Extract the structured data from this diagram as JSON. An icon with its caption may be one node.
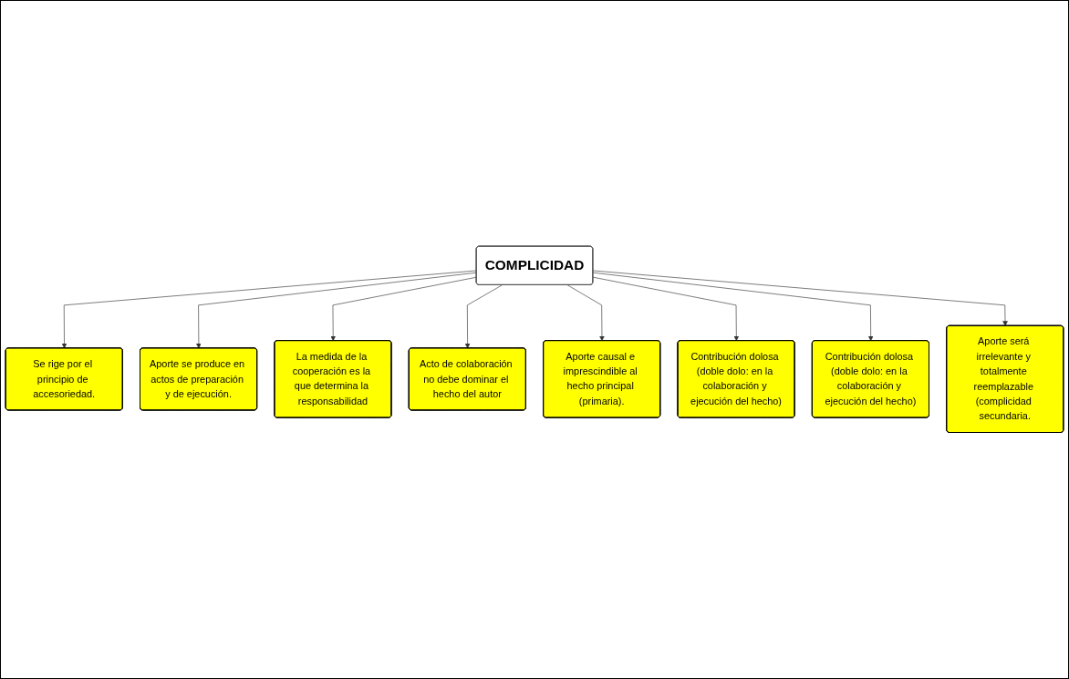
{
  "diagram": {
    "nodes": [
      {
        "text": [
          "Se rige por el principio de accesoriedad."
        ]
      },
      {
        "text": [
          "Aporte se produce en actos de preparación y de ejecución."
        ]
      },
      {
        "text": [
          "La medida de la cooperación es la que determina la responsabilidad"
        ]
      },
      {
        "text": [
          "Acto de colaboración no debe dominar el hecho del autor"
        ]
      },
      {
        "text": [
          "COMPLICIDAD"
        ]
      },
      {
        "text": [
          "Aporte causal e imprescindible al hecho principal (primaria)."
        ]
      },
      {
        "text": [
          "Contribución dolosa (doble dolo: en la colaboración y ejecución del hecho)"
        ]
      },
      {
        "text": [
          "Contribución dolosa (doble dolo: en la colaboración y ejecución del hecho)"
        ]
      },
      {
        "text": [
          "Aporte será irrelevante y totalmente reemplazable (complicidad secundaria."
        ]
      }
    ],
    "edges": [
      {
        "from": 4,
        "to": 0,
        "arrow": "to"
      },
      {
        "from": 4,
        "to": 1,
        "arrow": "to"
      },
      {
        "from": 4,
        "to": 2,
        "arrow": "to"
      },
      {
        "from": 4,
        "to": 3,
        "arrow": "to"
      },
      {
        "from": 4,
        "to": 5,
        "arrow": "to"
      },
      {
        "from": 4,
        "to": 6,
        "arrow": "to"
      },
      {
        "from": 4,
        "to": 7,
        "arrow": "to"
      },
      {
        "from": 4,
        "to": 8,
        "arrow": "to"
      }
    ]
  }
}
